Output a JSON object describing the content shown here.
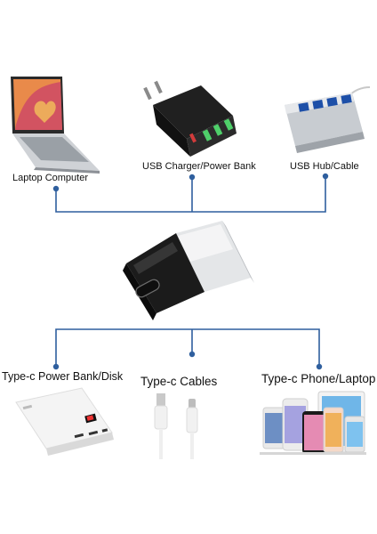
{
  "top_devices": [
    {
      "label": "Laptop Computer",
      "icon": "laptop-icon"
    },
    {
      "label": "USB Charger/Power Bank",
      "icon": "wall-charger-icon"
    },
    {
      "label": "USB Hub/Cable",
      "icon": "usb-hub-icon"
    }
  ],
  "center_device": {
    "icon": "usb-to-typec-adapter-icon"
  },
  "bottom_devices": [
    {
      "label": "Type-c Power Bank/Disk",
      "icon": "power-bank-icon"
    },
    {
      "label": "Type-c Cables",
      "icon": "typec-cable-icon"
    },
    {
      "label": "Type-c Phone/Laptop",
      "icon": "phones-tablets-icon"
    }
  ],
  "colors": {
    "connector_line": "#2f5f9e",
    "dot": "#2f5f9e"
  }
}
